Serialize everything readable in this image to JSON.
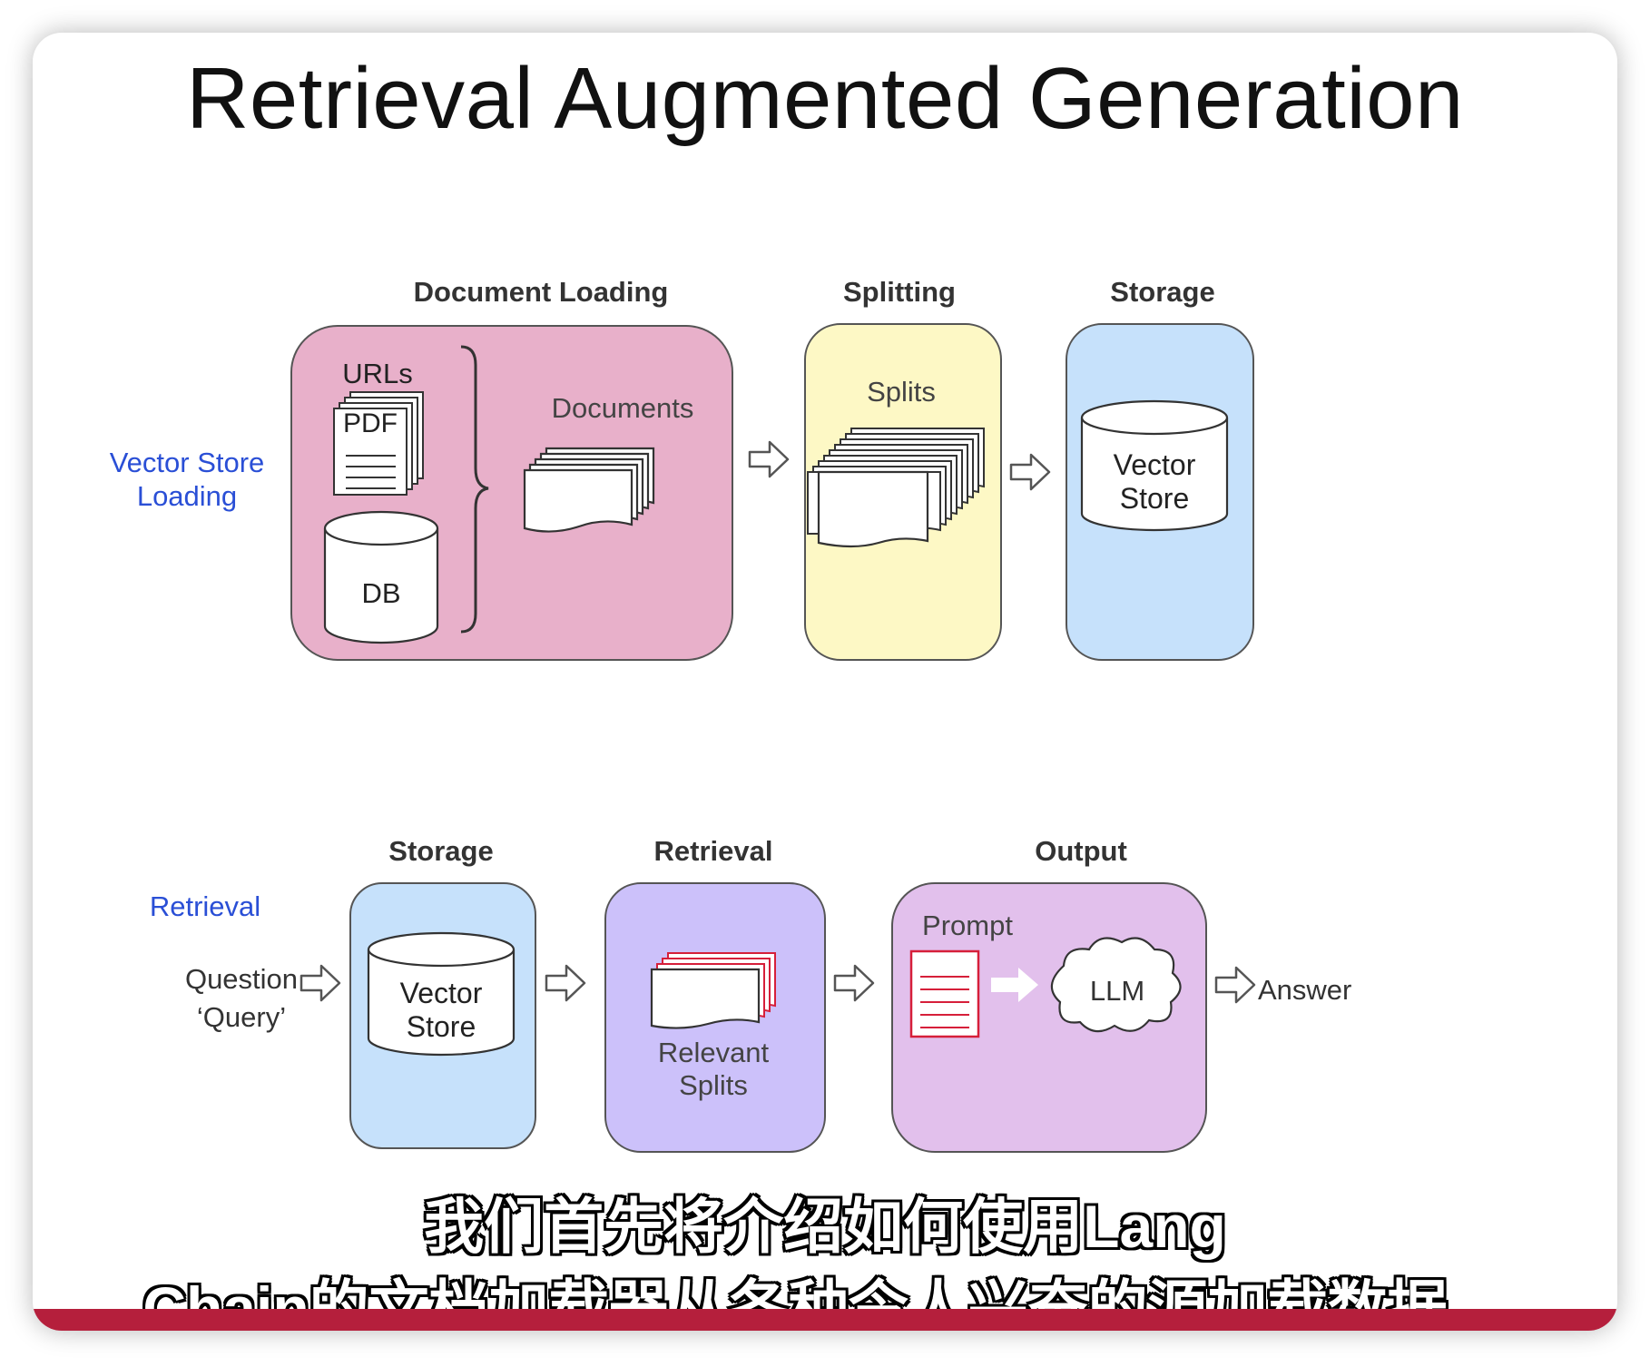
{
  "title": "Retrieval Augmented Generation",
  "colors": {
    "loading_box": "#e8b0ca",
    "splitting_box": "#fdf8c5",
    "storage_box": "#c6e1fb",
    "retrieval_box": "#ccc1fa",
    "output_box": "#e2c0ec",
    "side_label_blue": "#2a4fd6",
    "prompt_red": "#d61f3a",
    "bottom_bar": "#b51f3c"
  },
  "top_row": {
    "side_label": [
      "Vector Store",
      "Loading"
    ],
    "document_loading": {
      "heading": "Document Loading",
      "urls_label": "URLs",
      "pdf_label": "PDF",
      "db_label": "DB",
      "documents_label": "Documents",
      "icons": [
        "url-stack-icon",
        "pdf-doc-icon",
        "database-icon",
        "curly-brace-icon",
        "document-stack-icon"
      ]
    },
    "splitting": {
      "heading": "Splitting",
      "splits_label": "Splits",
      "icons": [
        "split-stack-icon"
      ]
    },
    "storage": {
      "heading": "Storage",
      "store_lines": [
        "Vector",
        "Store"
      ],
      "icons": [
        "vector-store-cylinder-icon"
      ]
    }
  },
  "bottom_row": {
    "side_label": "Retrieval",
    "question_lines": [
      "Question",
      "‘Query’"
    ],
    "storage": {
      "heading": "Storage",
      "store_lines": [
        "Vector",
        "Store"
      ]
    },
    "retrieval": {
      "heading": "Retrieval",
      "relevant_lines": [
        "Relevant",
        "Splits"
      ]
    },
    "output": {
      "heading": "Output",
      "prompt_label": "Prompt",
      "llm_label": "LLM",
      "icons": [
        "prompt-doc-icon",
        "white-arrow-icon",
        "cloud-icon"
      ]
    },
    "answer_label": "Answer"
  },
  "subtitle_lines": [
    "我们首先将介绍如何使用Lang",
    "Chain的文档加载器从各种令人兴奋的源加载数据。"
  ]
}
